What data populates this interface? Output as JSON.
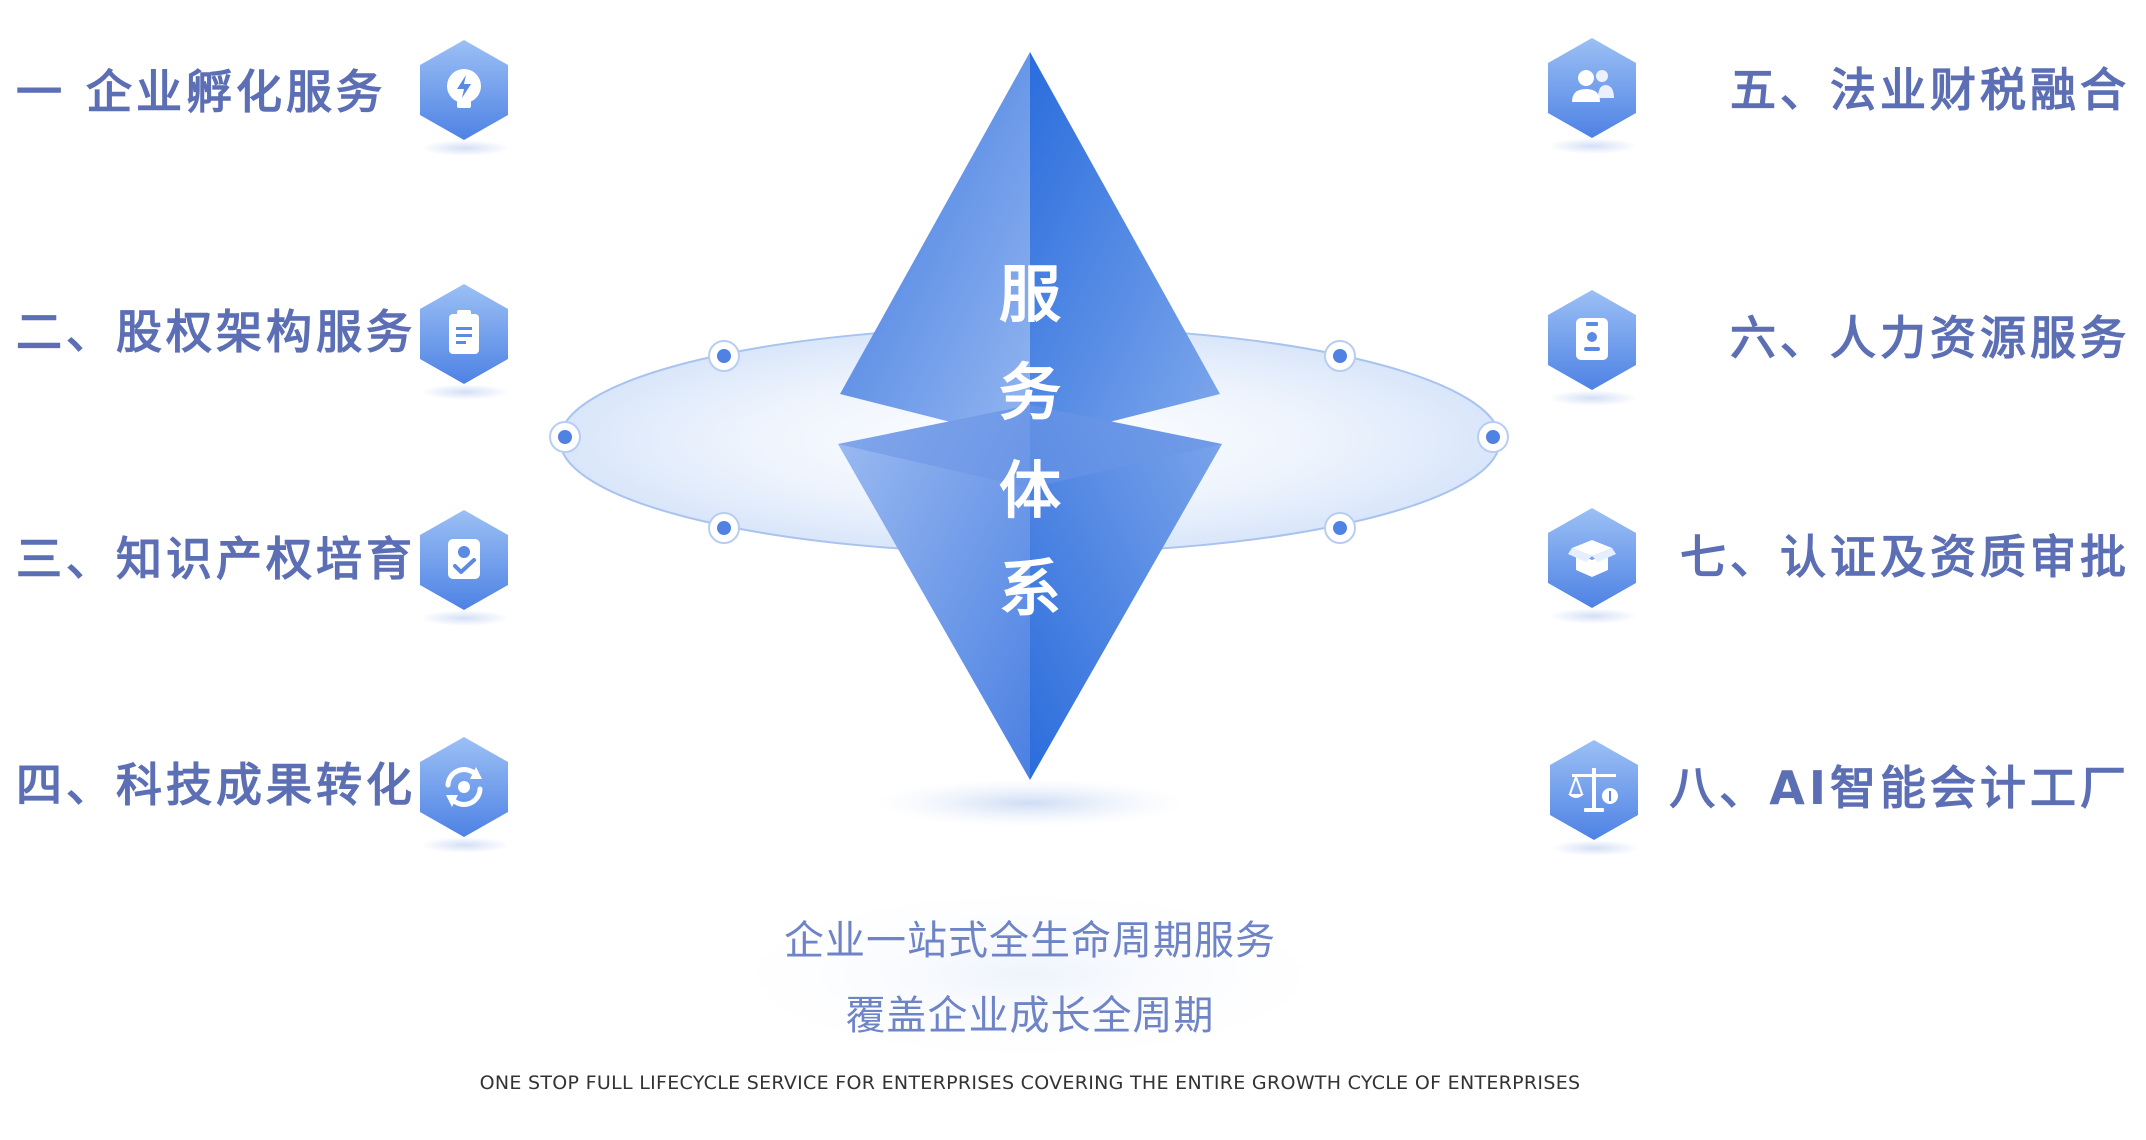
{
  "center": {
    "chars": [
      "服",
      "务",
      "体",
      "系"
    ]
  },
  "left_services": [
    {
      "label": "一 企业孵化服务",
      "icon": "bulb-icon"
    },
    {
      "label": "二、股权架构服务",
      "icon": "document-icon"
    },
    {
      "label": "三、知识产权培育",
      "icon": "badge-check-icon"
    },
    {
      "label": "四、科技成果转化",
      "icon": "refresh-cycle-icon"
    }
  ],
  "right_services": [
    {
      "label": "五、法业财税融合",
      "icon": "users-icon"
    },
    {
      "label": "六、人力资源服务",
      "icon": "id-card-icon"
    },
    {
      "label": "七、认证及资质审批",
      "icon": "box-icon"
    },
    {
      "label": "八、AI智能会计工厂",
      "icon": "scale-icon"
    }
  ],
  "tagline": {
    "line1": "企业一站式全生命周期服务",
    "line2": "覆盖企业成长全周期"
  },
  "english_tagline": "ONE STOP FULL LIFECYCLE SERVICE FOR ENTERPRISES COVERING THE ENTIRE GROWTH CYCLE OF ENTERPRISES",
  "colors": {
    "label": "#5c6fb5",
    "hex_light": "#8eb3f0",
    "hex_dark": "#4f82e3",
    "diamond_dark": "#2e6fdc",
    "diamond_light": "#8fb4ef"
  }
}
